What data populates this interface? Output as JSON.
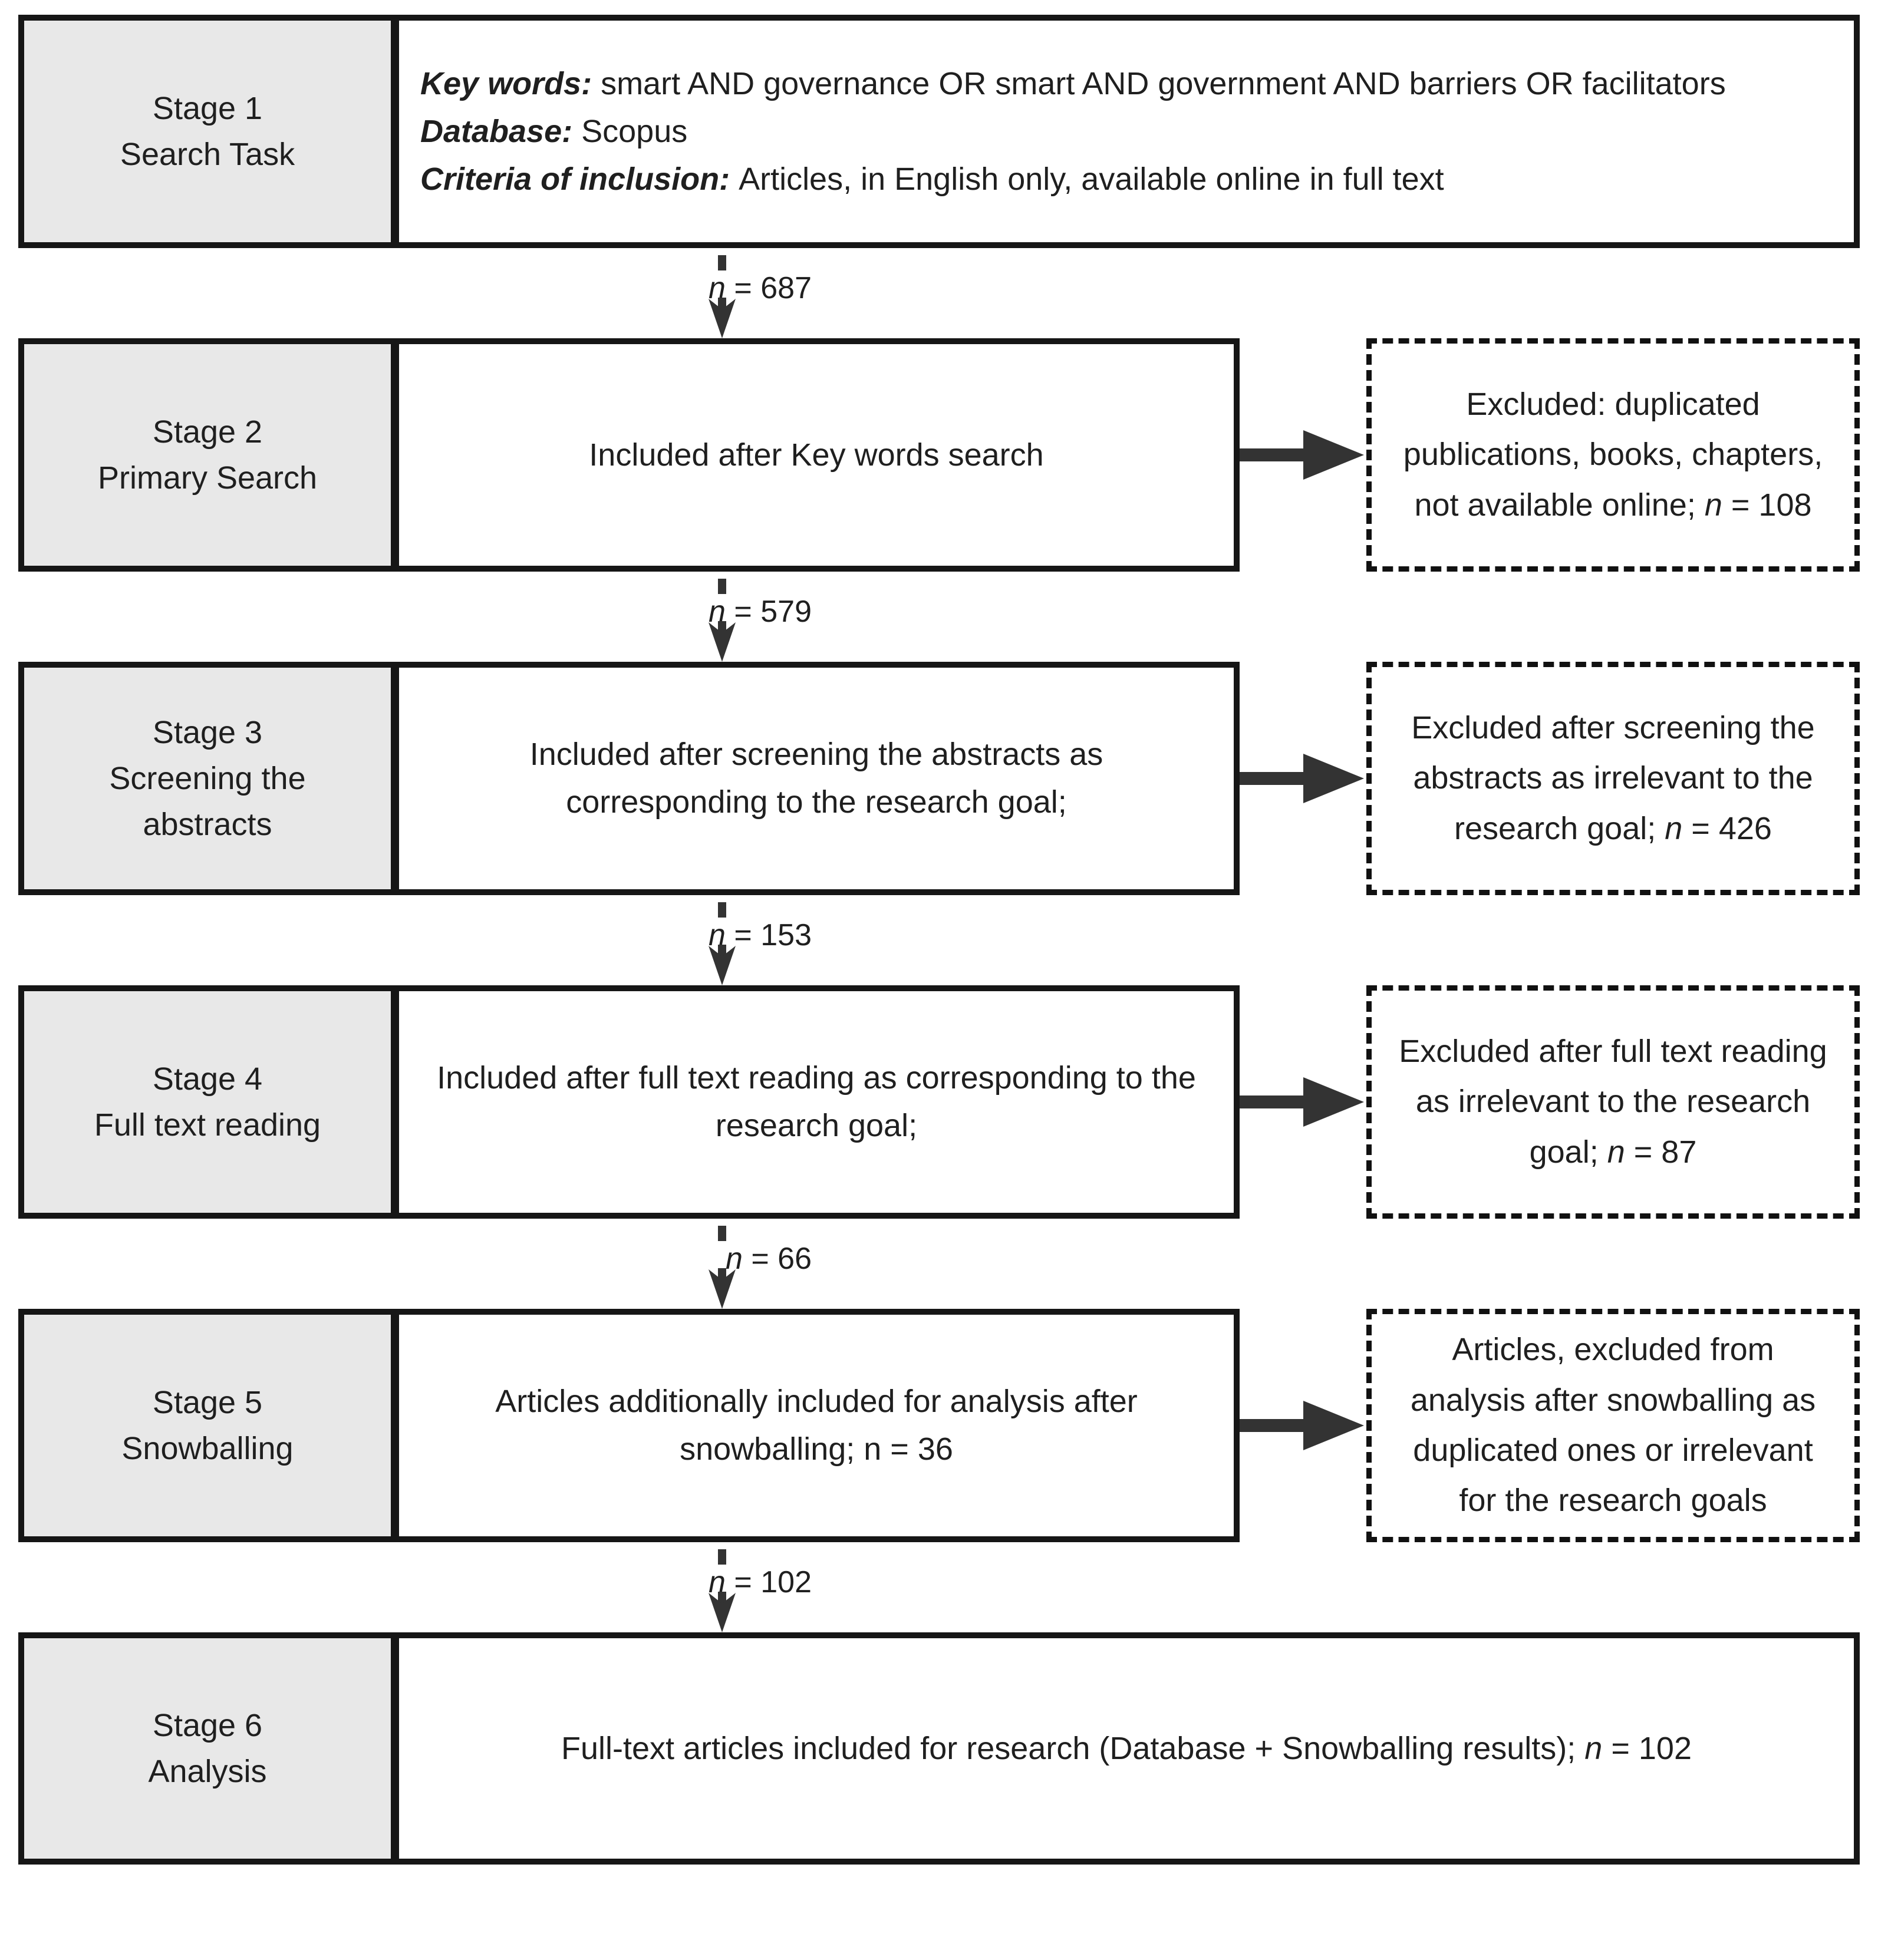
{
  "diagram": {
    "colors": {
      "label_bg": "#e8e8e8",
      "border": "#161616",
      "dashed_border": "#111111",
      "arrow": "#333333",
      "text": "#1f1f1f"
    },
    "stages": [
      {
        "title": "Stage 1",
        "subtitle": "Search Task",
        "paragraphs": [
          [
            {
              "t": "Key words: ",
              "s": "bi"
            },
            {
              "t": "smart AND governance OR smart AND government AND barriers OR facilitators"
            }
          ],
          [
            {
              "t": "Database: ",
              "s": "bi"
            },
            {
              "t": "Scopus"
            }
          ],
          [
            {
              "t": "Criteria of inclusion: ",
              "s": "bi"
            },
            {
              "t": "Articles, in English only, available online in full text"
            }
          ]
        ]
      },
      {
        "title": "Stage 2",
        "subtitle": "Primary Search",
        "content": "Included after Key words search",
        "excluded": [
          {
            "t": "Excluded: duplicated publications, books, chapters, not available online; "
          },
          {
            "t": "n",
            "s": "i"
          },
          {
            "t": " = 108"
          }
        ]
      },
      {
        "title": "Stage 3",
        "subtitle": "Screening the abstracts",
        "content": "Included after screening the abstracts as corresponding to the research goal;",
        "excluded": [
          {
            "t": "Excluded after screening the abstracts as irrelevant to the research goal; "
          },
          {
            "t": "n",
            "s": "i"
          },
          {
            "t": " = 426"
          }
        ]
      },
      {
        "title": "Stage 4",
        "subtitle": "Full text reading",
        "content": "Included after full text reading as corresponding to the research goal;",
        "excluded": [
          {
            "t": "Excluded after full text reading as irrelevant to the research goal; "
          },
          {
            "t": "n",
            "s": "i"
          },
          {
            "t": " = 87"
          }
        ]
      },
      {
        "title": "Stage 5",
        "subtitle": "Snowballing",
        "content": "Articles additionally included for analysis after snowballing; n = 36",
        "excluded": [
          {
            "t": "Articles, excluded from analysis after snowballing as duplicated ones or irrelevant for the research goals"
          }
        ]
      },
      {
        "title": "Stage 6",
        "subtitle": "Analysis",
        "content_segments": [
          {
            "t": "Full-text articles included for research (Database + Snowballing results); "
          },
          {
            "t": "n",
            "s": "i"
          },
          {
            "t": " = 102"
          }
        ]
      }
    ],
    "flow_counts": [
      [
        {
          "t": "n",
          "s": "i"
        },
        {
          "t": " = 687"
        }
      ],
      [
        {
          "t": "n",
          "s": "i"
        },
        {
          "t": " = 579"
        }
      ],
      [
        {
          "t": "n",
          "s": "i"
        },
        {
          "t": " = 153"
        }
      ],
      [
        {
          "t": "n",
          "s": "i"
        },
        {
          "t": " = 66"
        }
      ],
      [
        {
          "t": "n",
          "s": "i"
        },
        {
          "t": " = 102"
        }
      ]
    ]
  }
}
